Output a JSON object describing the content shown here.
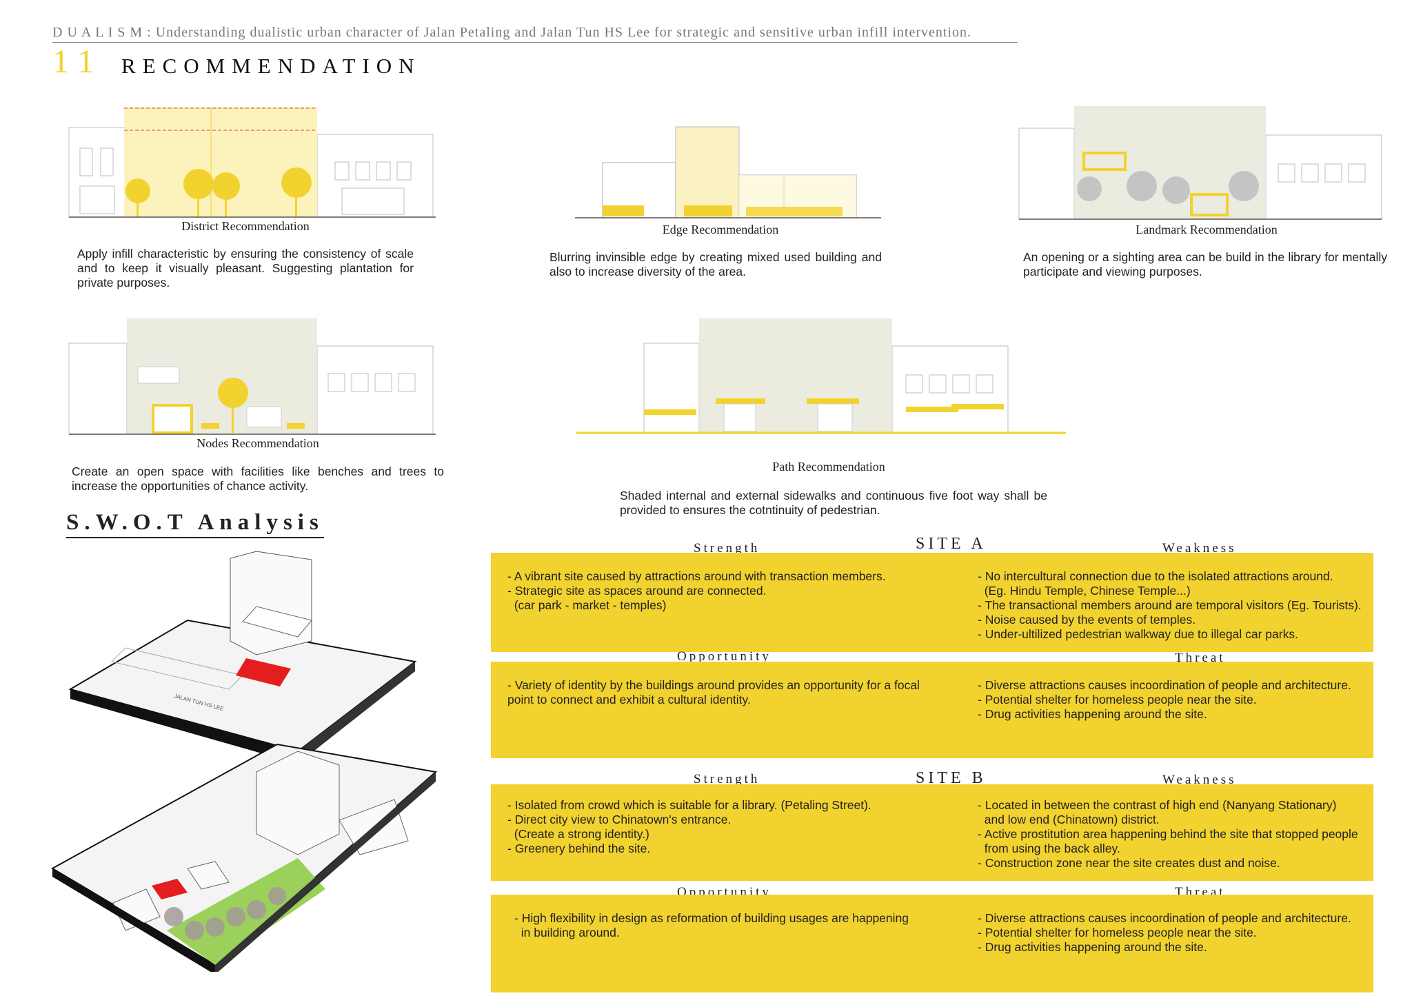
{
  "header": {
    "text": "D U A L I S M : Understanding dualistic urban character of Jalan Petaling and Jalan Tun HS Lee for strategic and sensitive urban infill intervention.",
    "section_number": "11",
    "section_title": "RECOMMENDATION"
  },
  "recommendations": {
    "district": {
      "caption": "District Recommendation",
      "desc": "Apply infill characteristic by ensuring the consistency of scale and to keep it visually pleasant. Suggesting plantation for private purposes."
    },
    "edge": {
      "caption": "Edge Recommendation",
      "desc": "Blurring invinsible edge by creating mixed used building and also to increase diversity of the area."
    },
    "landmark": {
      "caption": "Landmark Recommendation",
      "desc": "An opening or a sighting area can be build in the library for mentally participate and viewing purposes."
    },
    "nodes": {
      "caption": "Nodes Recommendation",
      "desc": "Create an open space with facilities like benches and trees to increase the opportunities of chance activity."
    },
    "path": {
      "caption": "Path Recommendation",
      "desc": "Shaded internal and external sidewalks and continuous five foot way shall be provided to ensures the cotntinuity of pedestrian."
    }
  },
  "swot": {
    "title": "S.W.O.T Analysis",
    "map_label": "JALAN TUN HS LEE",
    "site_a": {
      "label": "SITE A",
      "strength_label": "Strength",
      "weakness_label": "Weakness",
      "opportunity_label": "Opportunity",
      "threat_label": "Threat",
      "strength": "- A vibrant site caused by attractions around with transaction members.\n- Strategic site as spaces around are connected.\n  (car park - market - temples)",
      "weakness": "- No intercultural connection due to the isolated attractions around.\n  (Eg. Hindu Temple, Chinese Temple...)\n- The transactional members around are temporal visitors (Eg. Tourists).\n- Noise caused by the events of temples.\n- Under-ultilized pedestrian walkway due to illegal car parks.",
      "opportunity": "- Variety of identity by the buildings around provides an opportunity for a focal\npoint to connect and exhibit a cultural identity.",
      "threat": "- Diverse attractions causes incoordination of people and architecture.\n- Potential shelter for homeless people near the site.\n- Drug activities happening around the site."
    },
    "site_b": {
      "label": "SITE B",
      "strength_label": "Strength",
      "weakness_label": "Weakness",
      "opportunity_label": "Opportunity",
      "threat_label": "Threat",
      "strength": "- Isolated from crowd which is suitable for a library. (Petaling Street).\n- Direct city view to Chinatown's entrance.\n  (Create a strong identity.)\n- Greenery behind the site.",
      "weakness": "- Located in between the contrast of high end (Nanyang Stationary)\n  and low end (Chinatown) district.\n- Active prostitution area happening behind the site that stopped people\n  from using the back alley.\n- Construction zone near the site creates dust and noise.",
      "opportunity": "- High flexibility in design as reformation of building usages are happening\n  in building around.",
      "threat": "- Diverse attractions causes incoordination of people and architecture.\n- Potential shelter for homeless people near the site.\n- Drug activities happening around the site."
    }
  },
  "colors": {
    "accent_yellow": "#f2d22e",
    "site_red": "#e41e1e",
    "grass_green": "#9bd05a"
  }
}
